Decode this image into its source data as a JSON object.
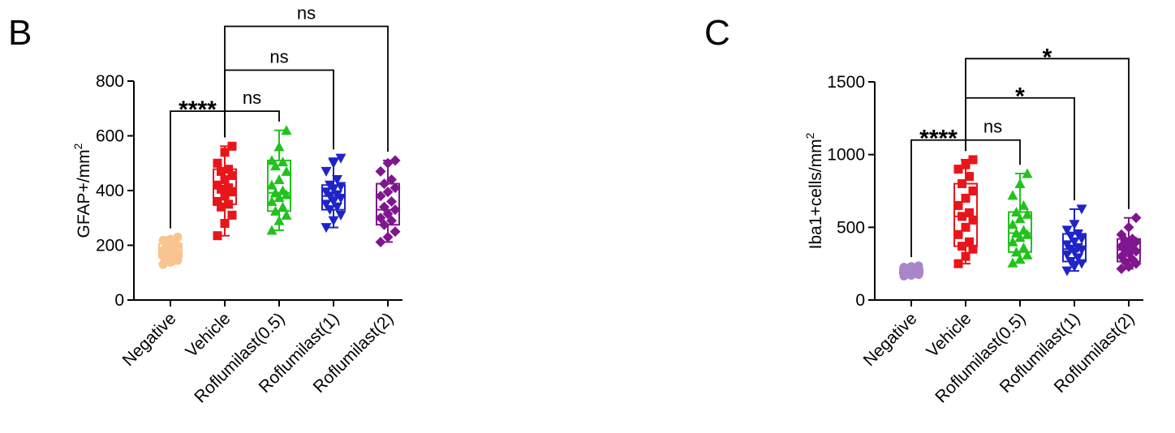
{
  "chart_data": [
    {
      "type": "box",
      "panel_label": "B",
      "ylabel": "GFAP+/mm",
      "ylabel_sup": "2",
      "ylim": [
        0,
        800
      ],
      "yticks": [
        0,
        200,
        400,
        600,
        800
      ],
      "categories": [
        "Negative",
        "Vehicle",
        "Roflumilast(0.5)",
        "Roflumilast(1)",
        "Roflumilast(2)"
      ],
      "series": [
        {
          "category": "Negative",
          "color": "#f9c48f",
          "marker": "circle",
          "box": {
            "min": 130,
            "q1": 155,
            "median": 178,
            "q3": 205,
            "max": 230
          },
          "points": [
            130,
            138,
            145,
            150,
            155,
            160,
            165,
            170,
            175,
            178,
            182,
            190,
            198,
            205,
            210,
            218,
            222,
            230
          ]
        },
        {
          "category": "Vehicle",
          "color": "#e8161a",
          "marker": "square",
          "box": {
            "min": 235,
            "q1": 350,
            "median": 410,
            "q3": 478,
            "max": 562
          },
          "points": [
            235,
            280,
            310,
            340,
            350,
            360,
            380,
            395,
            405,
            410,
            420,
            440,
            455,
            470,
            478,
            500,
            540,
            562
          ]
        },
        {
          "category": "Roflumilast(0.5)",
          "color": "#22c21e",
          "marker": "triangle-up",
          "box": {
            "min": 255,
            "q1": 325,
            "median": 392,
            "q3": 510,
            "max": 620
          },
          "points": [
            255,
            290,
            310,
            325,
            340,
            360,
            375,
            385,
            392,
            400,
            420,
            440,
            470,
            490,
            505,
            510,
            560,
            620
          ]
        },
        {
          "category": "Roflumilast(1)",
          "color": "#1f24c8",
          "marker": "triangle-down",
          "box": {
            "min": 265,
            "q1": 330,
            "median": 380,
            "q3": 420,
            "max": 518
          },
          "points": [
            265,
            290,
            310,
            330,
            340,
            350,
            360,
            372,
            380,
            385,
            395,
            405,
            415,
            420,
            440,
            470,
            500,
            518
          ]
        },
        {
          "category": "Roflumilast(2)",
          "color": "#80168f",
          "marker": "diamond",
          "box": {
            "min": 212,
            "q1": 275,
            "median": 330,
            "q3": 425,
            "max": 510
          },
          "points": [
            212,
            230,
            250,
            275,
            290,
            300,
            315,
            330,
            340,
            360,
            380,
            395,
            410,
            425,
            440,
            470,
            500,
            510
          ]
        }
      ],
      "comparisons": [
        {
          "from": "Negative",
          "to": "Vehicle",
          "label": "****",
          "y": 690
        },
        {
          "from": "Vehicle",
          "to": "Roflumilast(0.5)",
          "label": "ns",
          "y": 690
        },
        {
          "from": "Vehicle",
          "to": "Roflumilast(1)",
          "label": "ns",
          "y": 840
        },
        {
          "from": "Vehicle",
          "to": "Roflumilast(2)",
          "label": "ns",
          "y": 1000
        }
      ]
    },
    {
      "type": "box",
      "panel_label": "C",
      "ylabel": "Iba1+cells/mm",
      "ylabel_sup": "2",
      "ylim": [
        0,
        1500
      ],
      "yticks": [
        0,
        500,
        1000,
        1500
      ],
      "categories": [
        "Negative",
        "Vehicle",
        "Roflumilast(0.5)",
        "Roflumilast(1)",
        "Roflumilast(2)"
      ],
      "series": [
        {
          "category": "Negative",
          "color": "#a985c9",
          "marker": "circle",
          "box": {
            "min": 165,
            "q1": 180,
            "median": 198,
            "q3": 215,
            "max": 235
          },
          "points": [
            165,
            170,
            175,
            180,
            185,
            188,
            192,
            195,
            198,
            200,
            205,
            208,
            212,
            215,
            220,
            225,
            230,
            235
          ]
        },
        {
          "category": "Vehicle",
          "color": "#e8161a",
          "marker": "square",
          "box": {
            "min": 250,
            "q1": 370,
            "median": 575,
            "q3": 800,
            "max": 965
          },
          "points": [
            250,
            300,
            350,
            370,
            400,
            450,
            500,
            550,
            575,
            600,
            650,
            700,
            750,
            800,
            850,
            900,
            930,
            965
          ]
        },
        {
          "category": "Roflumilast(0.5)",
          "color": "#22c21e",
          "marker": "triangle-up",
          "box": {
            "min": 255,
            "q1": 330,
            "median": 460,
            "q3": 605,
            "max": 870
          },
          "points": [
            255,
            280,
            310,
            330,
            360,
            400,
            430,
            450,
            460,
            480,
            520,
            560,
            590,
            605,
            650,
            720,
            800,
            870
          ]
        },
        {
          "category": "Roflumilast(1)",
          "color": "#1f24c8",
          "marker": "triangle-down",
          "box": {
            "min": 200,
            "q1": 265,
            "median": 350,
            "q3": 455,
            "max": 625
          },
          "points": [
            200,
            230,
            250,
            265,
            290,
            310,
            330,
            345,
            350,
            360,
            380,
            400,
            420,
            440,
            455,
            480,
            520,
            625
          ]
        },
        {
          "category": "Roflumilast(2)",
          "color": "#80168f",
          "marker": "diamond",
          "box": {
            "min": 215,
            "q1": 265,
            "median": 345,
            "q3": 420,
            "max": 565
          },
          "points": [
            215,
            230,
            250,
            265,
            280,
            300,
            320,
            335,
            345,
            355,
            370,
            385,
            400,
            410,
            420,
            450,
            500,
            565
          ]
        }
      ],
      "comparisons": [
        {
          "from": "Negative",
          "to": "Vehicle",
          "label": "****",
          "y": 1100
        },
        {
          "from": "Vehicle",
          "to": "Roflumilast(0.5)",
          "label": "ns",
          "y": 1100
        },
        {
          "from": "Vehicle",
          "to": "Roflumilast(1)",
          "label": "*",
          "y": 1390
        },
        {
          "from": "Vehicle",
          "to": "Roflumilast(2)",
          "label": "*",
          "y": 1660
        }
      ]
    }
  ]
}
